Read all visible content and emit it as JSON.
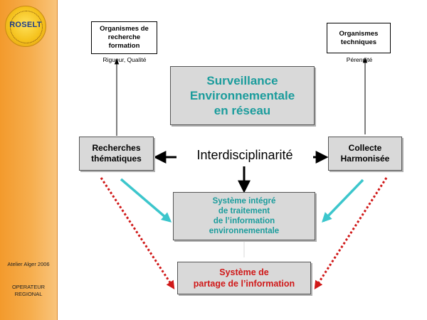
{
  "sidebar": {
    "logo_text": "ROSELT",
    "event_label": "Atelier Alger 2006",
    "role_line1": "OPERATEUR",
    "role_line2": "REGIONAL"
  },
  "diagram": {
    "top_left_box": {
      "line1": "Organismes de",
      "line2": "recherche",
      "line3": "formation"
    },
    "top_left_caption": "Rigueur, Qualité",
    "top_right_box": {
      "line1": "Organismes",
      "line2": "techniques"
    },
    "top_right_caption": "Pérennité",
    "center_title": {
      "line1": "Surveillance",
      "line2": "Environnementale",
      "line3": "en réseau"
    },
    "left_box": {
      "line1": "Recherches",
      "line2": "thématiques"
    },
    "right_box": {
      "line1": "Collecte",
      "line2": "Harmonisée"
    },
    "center_label": "Interdisciplinarité",
    "integrated_system": {
      "line1": "Système intégré",
      "line2": "de traitement",
      "line3": "de l’information",
      "line4": "environnementale"
    },
    "sharing_system": {
      "line1": "Système de",
      "line2": "partage de l’information"
    }
  },
  "colors": {
    "teal": "#1b9c9c",
    "red": "#d01818",
    "cyan_arrow": "#3cc6cc",
    "orange_sidebar": "#f39a2c"
  }
}
